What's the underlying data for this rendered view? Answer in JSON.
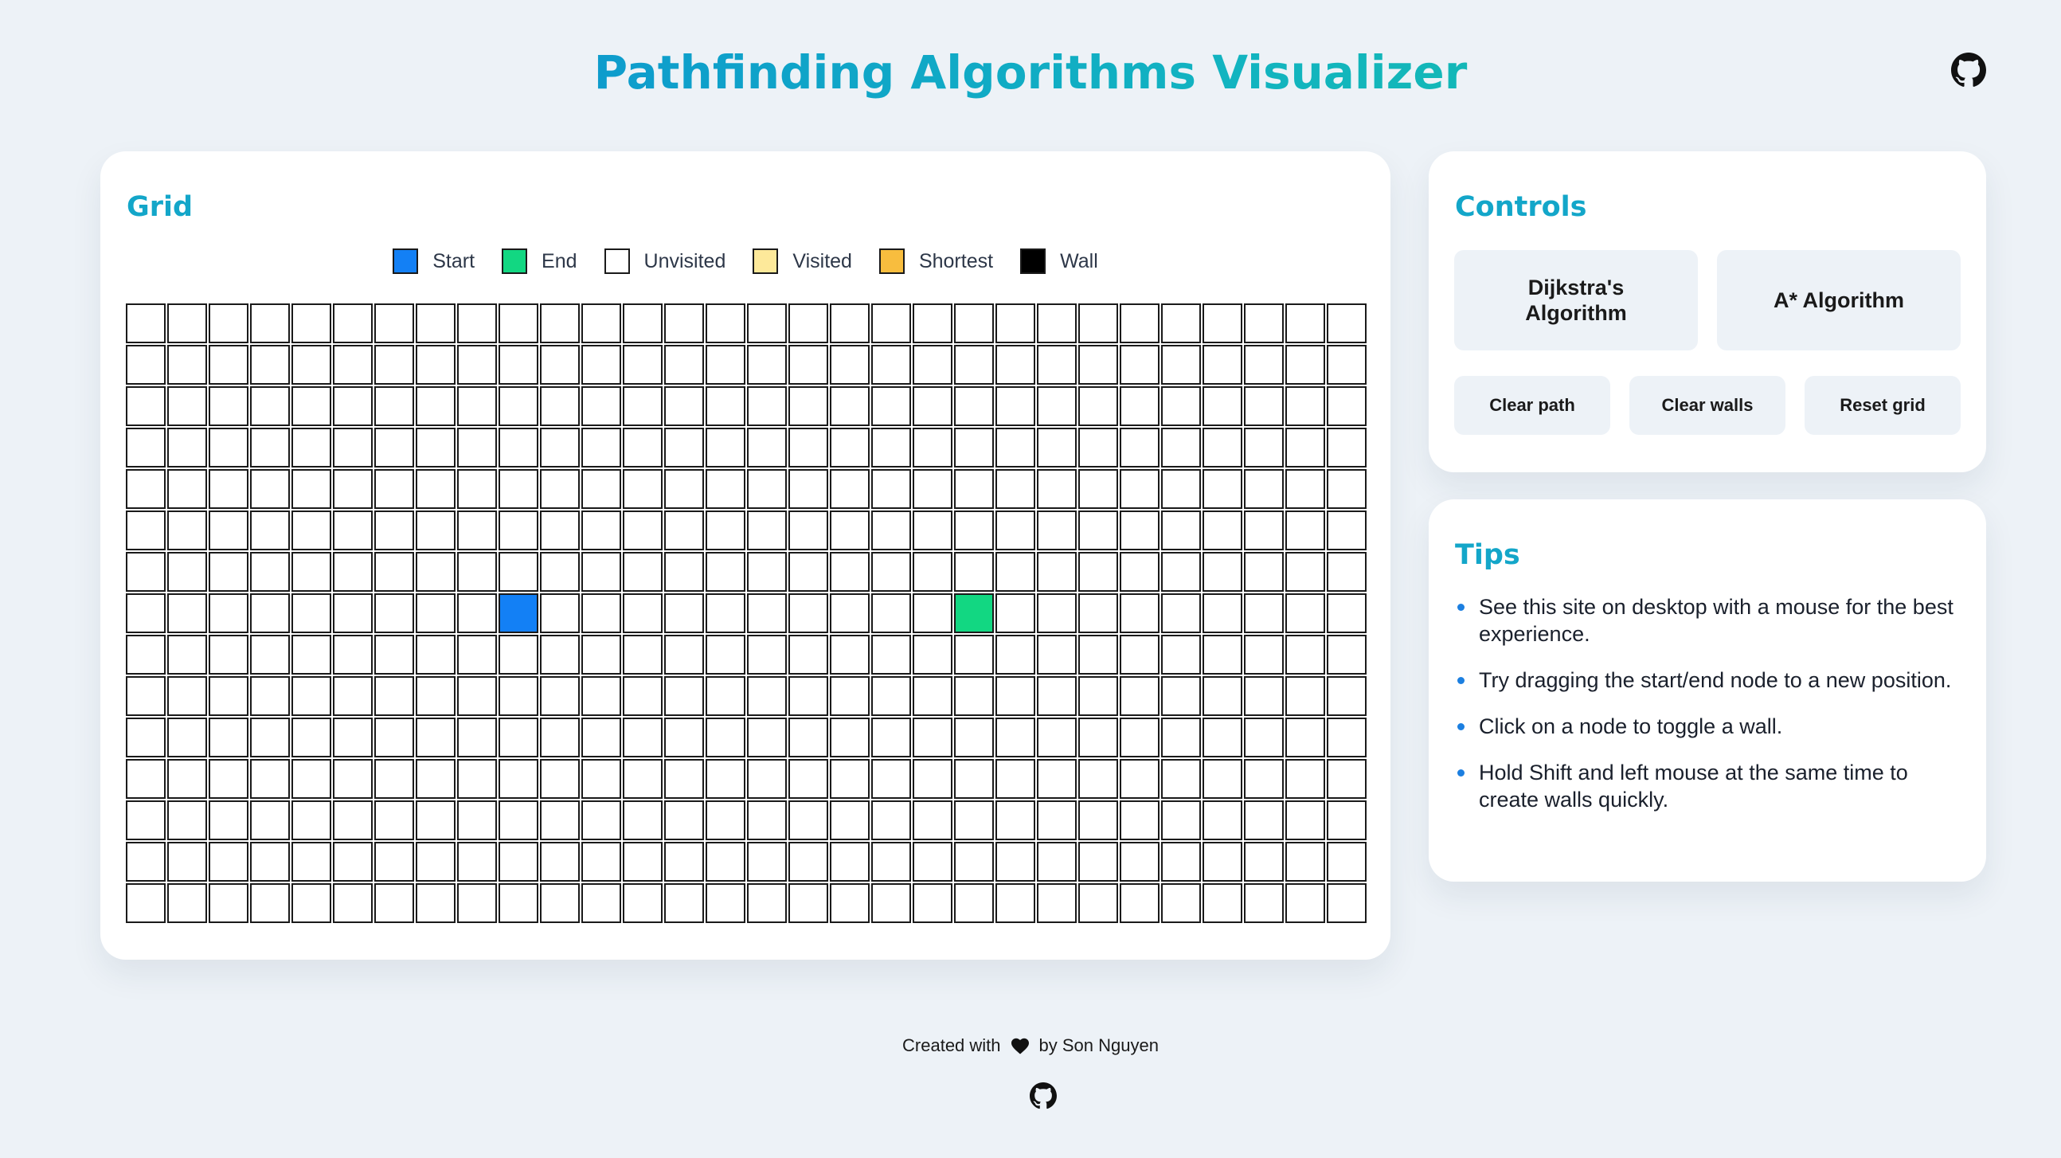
{
  "header": {
    "title": "Pathfinding Algorithms Visualizer",
    "github_icon": "github-icon"
  },
  "grid_card": {
    "title": "Grid",
    "legend": [
      {
        "label": "Start",
        "color": "#1380f5"
      },
      {
        "label": "End",
        "color": "#12d782"
      },
      {
        "label": "Unvisited",
        "color": "#ffffff"
      },
      {
        "label": "Visited",
        "color": "#fde99a"
      },
      {
        "label": "Shortest",
        "color": "#f8bd3e"
      },
      {
        "label": "Wall",
        "color": "#000000"
      }
    ],
    "rows": 15,
    "cols": 30,
    "start": {
      "row": 7,
      "col": 9
    },
    "end": {
      "row": 7,
      "col": 20
    }
  },
  "controls": {
    "title": "Controls",
    "dijkstra_label": "Dijkstra's Algorithm",
    "astar_label": "A* Algorithm",
    "clear_path_label": "Clear path",
    "clear_walls_label": "Clear walls",
    "reset_grid_label": "Reset grid"
  },
  "tips": {
    "title": "Tips",
    "items": [
      "See this site on desktop with a mouse for the best experience.",
      "Try dragging the start/end node to a new position.",
      "Click on a node to toggle a wall.",
      "Hold Shift and left mouse at the same time to create walls quickly."
    ]
  },
  "footer": {
    "created_with": "Created with",
    "by_text": "by Son Nguyen",
    "heart_icon": "heart-icon",
    "github_icon": "github-icon"
  }
}
